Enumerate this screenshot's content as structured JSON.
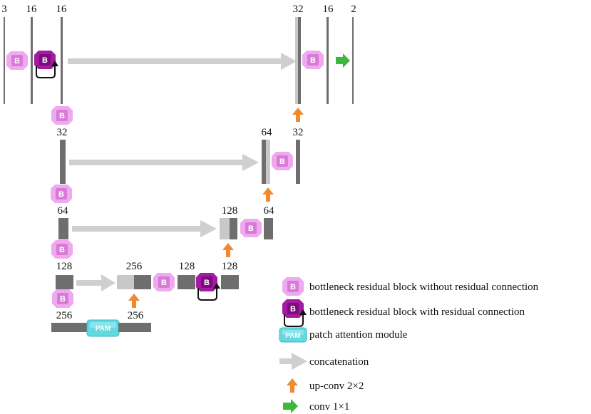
{
  "colors": {
    "feature_dark": "#6e6e6e",
    "feature_light": "#c8c8c8",
    "skip_arrow": "#cfcfcf",
    "upconv_arrow": "#f08a2c",
    "conv_arrow": "#3cb83c",
    "block_plain_fill": "#efa9ef",
    "block_plain_inner": "#d77bd7",
    "block_residual_fill": "#a31aa3",
    "block_residual_inner": "#7e0b7e",
    "pam_fill": "#62d9e0"
  },
  "icons": {
    "block_plain": "bottleneck-block-icon",
    "block_residual": "residual-bottleneck-block-icon",
    "pam": "pam-icon",
    "skip": "concatenation-arrow-icon",
    "upconv": "up-conv-arrow-icon",
    "conv": "conv-arrow-icon"
  },
  "block_letter": "B",
  "pam_text": "PAM",
  "labels": {
    "l1_in": "3",
    "l1_a": "16",
    "l1_b": "16",
    "l1_dec": "32",
    "l1_dec2": "16",
    "l1_out": "2",
    "l2_enc": "32",
    "l2_cat": "64",
    "l2_dec": "32",
    "l3_enc": "64",
    "l3_cat": "128",
    "l3_dec": "64",
    "l4_enc": "128",
    "l4_cat": "256",
    "l4_mid": "128",
    "l4_dec": "128",
    "l5_left": "256",
    "l5_right": "256"
  },
  "legend": [
    {
      "text": "bottleneck residual block without residual connection"
    },
    {
      "text": "bottleneck residual block with residual connection"
    },
    {
      "text": "patch attention module"
    },
    {
      "text": "concatenation"
    },
    {
      "text": "up-conv 2×2"
    },
    {
      "text": "conv 1×1"
    }
  ]
}
